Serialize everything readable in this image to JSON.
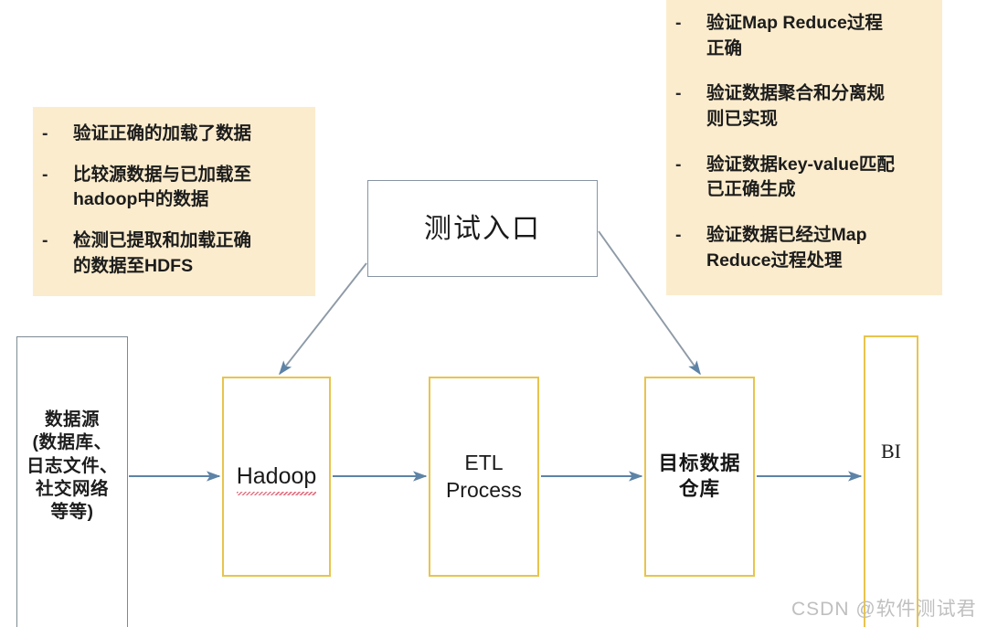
{
  "diagram": {
    "title": "Hadoop ETL Testing Flow",
    "colors": {
      "note_background": "#fbeccd",
      "yellow_border": "#e8c44c",
      "gray_border": "#7d8a93",
      "blue_border": "#8794a3",
      "arrow": "#5d83a6",
      "squiggle": "#e05a6e",
      "watermark": "#bfbfbf"
    },
    "notes_left": {
      "bullet": "-",
      "items": [
        "验证正确的加载了数据",
        "比较源数据与已加载至\nhadoop中的数据",
        "检测已提取和加载正确\n的数据至HDFS"
      ]
    },
    "notes_right": {
      "bullet": "-",
      "items": [
        "验证Map Reduce过程\n正确",
        "验证数据聚合和分离规\n则已实现",
        "验证数据key-value匹配\n已正确生成",
        "验证数据已经过Map\nReduce过程处理"
      ]
    },
    "boxes": {
      "entry": "测试入口",
      "datasource": "数据源\n(数据库、\n日志文件、\n社交网络\n等等)",
      "hadoop": "Hadoop",
      "etl": "ETL\nProcess",
      "warehouse": "目标数据\n仓库",
      "bi": "BI"
    },
    "arrows": [
      {
        "name": "datasource-to-hadoop",
        "from": "数据源",
        "to": "Hadoop"
      },
      {
        "name": "hadoop-to-etl",
        "from": "Hadoop",
        "to": "ETL Process"
      },
      {
        "name": "etl-to-warehouse",
        "from": "ETL Process",
        "to": "目标数据仓库"
      },
      {
        "name": "warehouse-to-bi",
        "from": "目标数据仓库",
        "to": "BI"
      },
      {
        "name": "entry-to-hadoop",
        "from": "测试入口",
        "to": "Hadoop"
      },
      {
        "name": "entry-to-warehouse",
        "from": "测试入口",
        "to": "目标数据仓库"
      }
    ],
    "watermark": "CSDN @软件测试君"
  }
}
